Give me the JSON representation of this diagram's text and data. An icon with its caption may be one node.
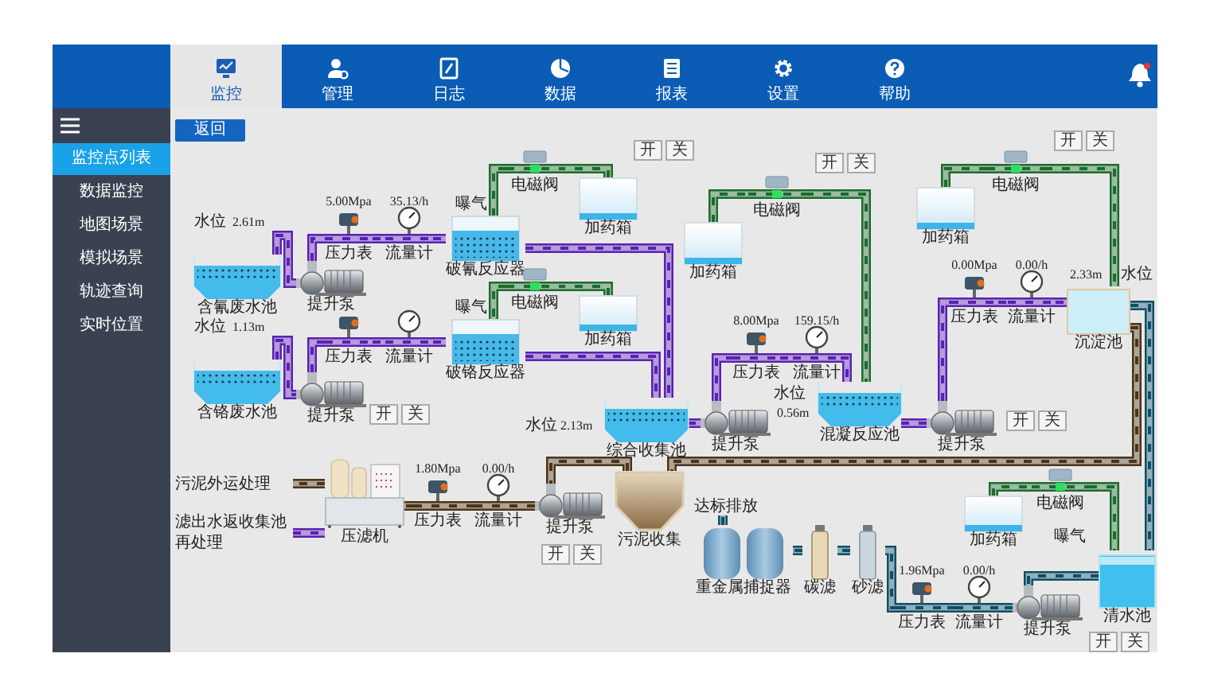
{
  "diagram": {
    "nodes": [
      {
        "text": [
          "含氰废水池"
        ],
        "beside": [
          "水位",
          "2.61m"
        ]
      },
      {
        "text": [
          "提升泵"
        ]
      },
      {
        "text": [
          "压力表"
        ],
        "beside": [
          "5.00Mpa"
        ]
      },
      {
        "text": [
          "流量计"
        ],
        "beside": [
          "35.13/h"
        ]
      },
      {
        "text": [
          "破氰反应器"
        ],
        "beside": [
          "曝气"
        ]
      },
      {
        "text": [
          "电磁阀"
        ]
      },
      {
        "text": [
          "加药箱"
        ]
      },
      {
        "text": [
          "含铬废水池"
        ],
        "beside": [
          "水位",
          "1.13m"
        ]
      },
      {
        "text": [
          "提升泵"
        ]
      },
      {
        "text": [
          "压力表"
        ]
      },
      {
        "text": [
          "流量计"
        ]
      },
      {
        "text": [
          "破铬反应器"
        ],
        "beside": [
          "曝气"
        ]
      },
      {
        "text": [
          "电磁阀"
        ]
      },
      {
        "text": [
          "加药箱"
        ]
      },
      {
        "text": [
          "综合收集池"
        ],
        "beside": [
          "水位",
          "2.13m"
        ]
      },
      {
        "text": [
          "提升泵"
        ]
      },
      {
        "text": [
          "压力表"
        ],
        "beside": [
          "8.00Mpa"
        ]
      },
      {
        "text": [
          "流量计"
        ],
        "beside": [
          "159.15/h"
        ]
      },
      {
        "text": [
          "混凝反应池"
        ]
      },
      {
        "text": [
          "电磁阀"
        ]
      },
      {
        "text": [
          "加药箱"
        ]
      },
      {
        "text": [
          "提升泵"
        ]
      },
      {
        "text": [
          "压力表"
        ],
        "beside": [
          "0.00Mpa"
        ]
      },
      {
        "text": [
          "流量计"
        ],
        "beside": [
          "0.00/h"
        ]
      },
      {
        "text": [
          "沉淀池"
        ],
        "beside": [
          "2.33m",
          "水位"
        ]
      },
      {
        "text": [
          "电磁阀"
        ]
      },
      {
        "text": [
          "加药箱"
        ]
      },
      {
        "text": [
          "污泥收集"
        ]
      },
      {
        "text": [
          "提升泵"
        ]
      },
      {
        "text": [
          "压力表"
        ],
        "beside": [
          "1.80Mpa"
        ]
      },
      {
        "text": [
          "流量计"
        ],
        "beside": [
          "0.00/h"
        ]
      },
      {
        "text": [
          "压滤机"
        ]
      },
      {
        "text": [
          "污泥外运处理"
        ]
      },
      {
        "text": [
          "滤出水返收集池再处理"
        ]
      },
      {
        "text": [
          "清水池"
        ],
        "beside": [
          "曝气"
        ]
      },
      {
        "text": [
          "电磁阀"
        ]
      },
      {
        "text": [
          "加药箱"
        ]
      },
      {
        "text": [
          "提升泵"
        ]
      },
      {
        "text": [
          "压力表"
        ],
        "beside": [
          "1.96Mpa"
        ]
      },
      {
        "text": [
          "流量计"
        ],
        "beside": [
          "0.00/h"
        ]
      },
      {
        "text": [
          "砂滤"
        ]
      },
      {
        "text": [
          "碳滤"
        ]
      },
      {
        "text": [
          "重金属捕捉器"
        ]
      },
      {
        "text": [
          "达标排放"
        ]
      }
    ],
    "edges": [
      {
        "from": 0,
        "to": 1,
        "arrow": "none"
      },
      {
        "from": 1,
        "to": 2,
        "arrow": "none"
      },
      {
        "from": 2,
        "to": 3,
        "arrow": "none"
      },
      {
        "from": 3,
        "to": 4,
        "arrow": "none"
      },
      {
        "from": 4,
        "to": 14,
        "arrow": "none"
      },
      {
        "from": 7,
        "to": 8,
        "arrow": "none"
      },
      {
        "from": 8,
        "to": 9,
        "arrow": "none"
      },
      {
        "from": 9,
        "to": 10,
        "arrow": "none"
      },
      {
        "from": 10,
        "to": 11,
        "arrow": "none"
      },
      {
        "from": 11,
        "to": 14,
        "arrow": "none"
      },
      {
        "from": 14,
        "to": 15,
        "arrow": "none"
      },
      {
        "from": 15,
        "to": 16,
        "arrow": "none"
      },
      {
        "from": 16,
        "to": 17,
        "arrow": "none"
      },
      {
        "from": 17,
        "to": 18,
        "arrow": "none"
      },
      {
        "from": 18,
        "to": 21,
        "arrow": "none"
      },
      {
        "from": 21,
        "to": 22,
        "arrow": "none"
      },
      {
        "from": 22,
        "to": 23,
        "arrow": "none"
      },
      {
        "from": 23,
        "to": 24,
        "arrow": "none"
      },
      {
        "from": 6,
        "to": 5,
        "arrow": "none",
        "color": "#1e6b2e"
      },
      {
        "from": 5,
        "to": 4,
        "arrow": "none",
        "color": "#1e6b2e"
      },
      {
        "from": 13,
        "to": 12,
        "arrow": "none",
        "color": "#1e6b2e"
      },
      {
        "from": 12,
        "to": 11,
        "arrow": "none",
        "color": "#1e6b2e"
      },
      {
        "from": 20,
        "to": 19,
        "arrow": "none",
        "color": "#1e6b2e"
      },
      {
        "from": 19,
        "to": 18,
        "arrow": "none",
        "color": "#1e6b2e"
      },
      {
        "from": 26,
        "to": 25,
        "arrow": "none",
        "color": "#1e6b2e"
      },
      {
        "from": 25,
        "to": 24,
        "arrow": "none",
        "color": "#1e6b2e"
      },
      {
        "from": 36,
        "to": 35,
        "arrow": "none",
        "color": "#1e6b2e"
      },
      {
        "from": 35,
        "to": 34,
        "arrow": "none",
        "color": "#1e6b2e"
      },
      {
        "from": 24,
        "to": 27,
        "arrow": "none",
        "color": "#4a3418"
      },
      {
        "from": 27,
        "to": 28,
        "arrow": "none",
        "color": "#4a3418"
      },
      {
        "from": 28,
        "to": 30,
        "arrow": "none",
        "color": "#4a3418"
      },
      {
        "from": 30,
        "to": 29,
        "arrow": "none",
        "color": "#4a3418"
      },
      {
        "from": 29,
        "to": 31,
        "arrow": "none",
        "color": "#4a3418"
      },
      {
        "from": 31,
        "to": 32,
        "arrow": "none",
        "color": "#4a3418"
      },
      {
        "from": 33,
        "to": 31,
        "arrow": "none"
      },
      {
        "from": 24,
        "to": 34,
        "arrow": "none",
        "color": "#0e4f66"
      },
      {
        "from": 34,
        "to": 37,
        "arrow": "none",
        "color": "#0e4f66"
      },
      {
        "from": 37,
        "to": 39,
        "arrow": "none",
        "color": "#0e4f66"
      },
      {
        "from": 39,
        "to": 38,
        "arrow": "none",
        "color": "#0e4f66"
      },
      {
        "from": 38,
        "to": 40,
        "arrow": "none",
        "color": "#0e4f66"
      },
      {
        "from": 40,
        "to": 41,
        "arrow": "none",
        "color": "#0e4f66"
      },
      {
        "from": 41,
        "to": 42,
        "arrow": "none",
        "color": "#0e4f66"
      },
      {
        "from": 42,
        "to": 43,
        "arrow": "none",
        "color": "#0e4f66"
      }
    ],
    "labels": [
      "监控",
      "管理",
      "日志",
      "数据",
      "报表",
      "设置",
      "帮助",
      "监控点列表",
      "数据监控",
      "地图场景",
      "模拟场景",
      "轨迹查询",
      "实时位置",
      "返回",
      "水位",
      "0.56m",
      "开",
      "关",
      "开",
      "关",
      "开",
      "关",
      "开",
      "关",
      "开",
      "关",
      "开",
      "关",
      "开",
      "关"
    ]
  }
}
